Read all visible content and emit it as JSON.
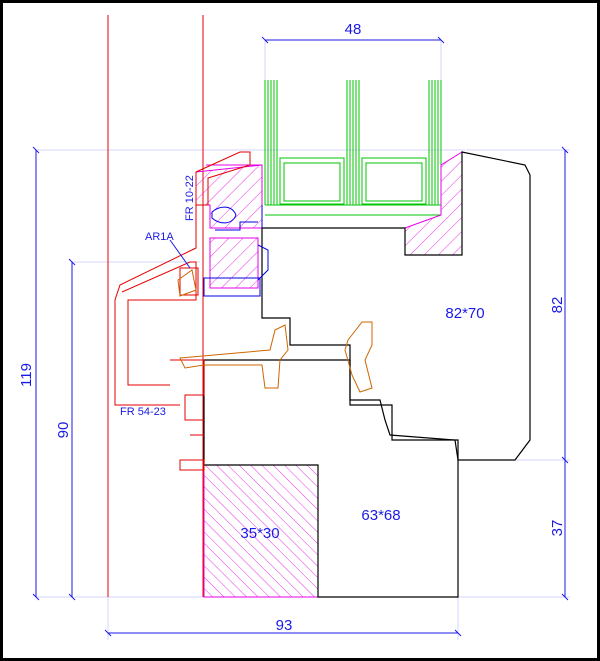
{
  "dimensions": {
    "top_width": "48",
    "right_height": "82",
    "bottom_right": "37",
    "bottom_width": "93",
    "left_outer": "119",
    "left_inner": "90"
  },
  "sections": {
    "sash": "82*70",
    "frame": "63*68",
    "sill": "35*30"
  },
  "labels": {
    "ar": "AR1A",
    "fr_top": "FR 10-22",
    "fr_bottom": "FR 54-23"
  },
  "colors": {
    "outline": "#000000",
    "dimension": "#1a1ae6",
    "glass": "#00c400",
    "hatch": "#e600e6",
    "red_line": "#e60000",
    "gasket": "#cc6600"
  }
}
